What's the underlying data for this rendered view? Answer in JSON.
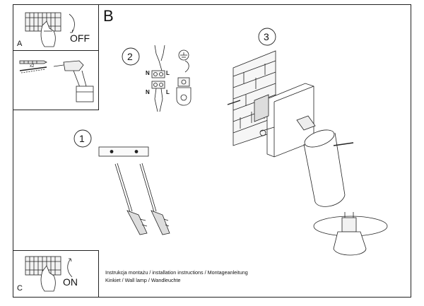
{
  "panels": {
    "a": {
      "letter": "A",
      "switch_word": "OFF"
    },
    "b": {
      "letter": "B"
    },
    "c": {
      "letter": "C",
      "switch_word": "ON"
    }
  },
  "fixings": {
    "quantity": "x2"
  },
  "steps": {
    "one": "1",
    "two": "2",
    "three": "3"
  },
  "wiring": {
    "top_n": "N",
    "top_l": "L",
    "bottom_n": "N",
    "bottom_l": "L"
  },
  "footer": {
    "line1": "Instrukcja montażu / installation instructions / Montageanleitung",
    "line2": "Kinkiet / Wall lamp / Wandleuchte"
  }
}
